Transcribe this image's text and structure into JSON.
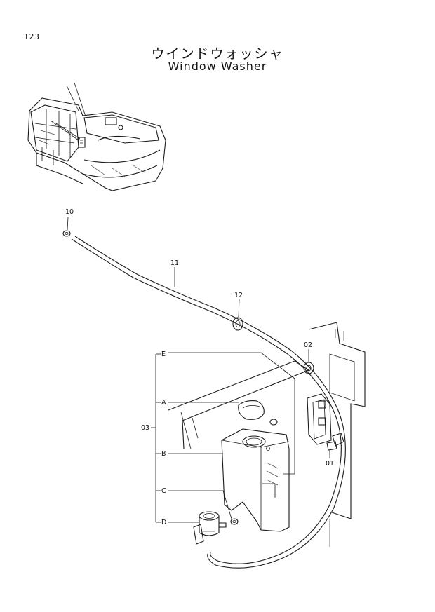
{
  "page": {
    "number": "123"
  },
  "title": {
    "japanese": "ウインドウォッシャ",
    "english": "Window Washer"
  },
  "callouts": {
    "p10": "10",
    "p11": "11",
    "p12": "12",
    "p02": "02",
    "p01": "01",
    "p03": "03",
    "pA": "A",
    "pB": "B",
    "pC": "C",
    "pD": "D",
    "pE": "E"
  }
}
